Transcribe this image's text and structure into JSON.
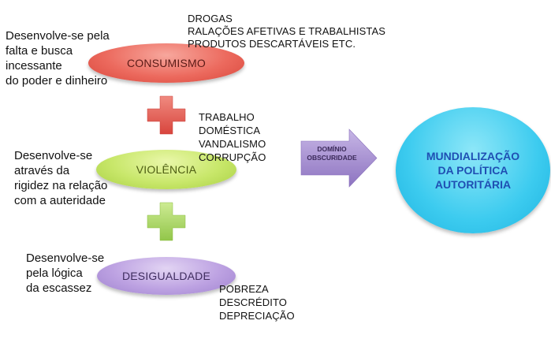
{
  "consumismo": {
    "label": "CONSUMISMO",
    "description_lines": [
      "Desenvolve-se pela",
      "falta e busca",
      "incessante",
      "do poder e dinheiro"
    ],
    "items": [
      "DROGAS",
      "RALAÇÕES AFETIVAS E TRABALHISTAS",
      "PRODUTOS DESCARTÁVEIS ETC."
    ]
  },
  "violencia": {
    "label": "VIOLÊNCIA",
    "description_lines": [
      "Desenvolve-se",
      "através da",
      "rigidez na relação",
      "com a auteridade"
    ],
    "items": [
      "TRABALHO",
      "DOMÉSTICA",
      "VANDALISMO",
      "CORRUPÇÃO"
    ]
  },
  "desigualdade": {
    "label": "DESIGUALDADE",
    "description_lines": [
      "Desenvolve-se",
      "pela lógica",
      "da escassez"
    ],
    "items": [
      "POBREZA",
      "DESCRÉDITO",
      "DEPRECIAÇÃO"
    ]
  },
  "arrow": {
    "label_lines": [
      "DOMÍNIO",
      "OBSCURIDADE"
    ]
  },
  "result": {
    "label_lines": [
      "MUNDIALIZAÇÃO",
      "DA POLÍTICA",
      "AUTORITÁRIA"
    ]
  },
  "colors": {
    "consumismo": "#e95d52",
    "violencia": "#b8dd58",
    "desigualdade": "#b39ad9",
    "plus_red": "#e45b55",
    "plus_green": "#a6d460",
    "arrow": "#9b82c9",
    "result": "#33c6ee",
    "result_text": "#1f4fb3"
  }
}
